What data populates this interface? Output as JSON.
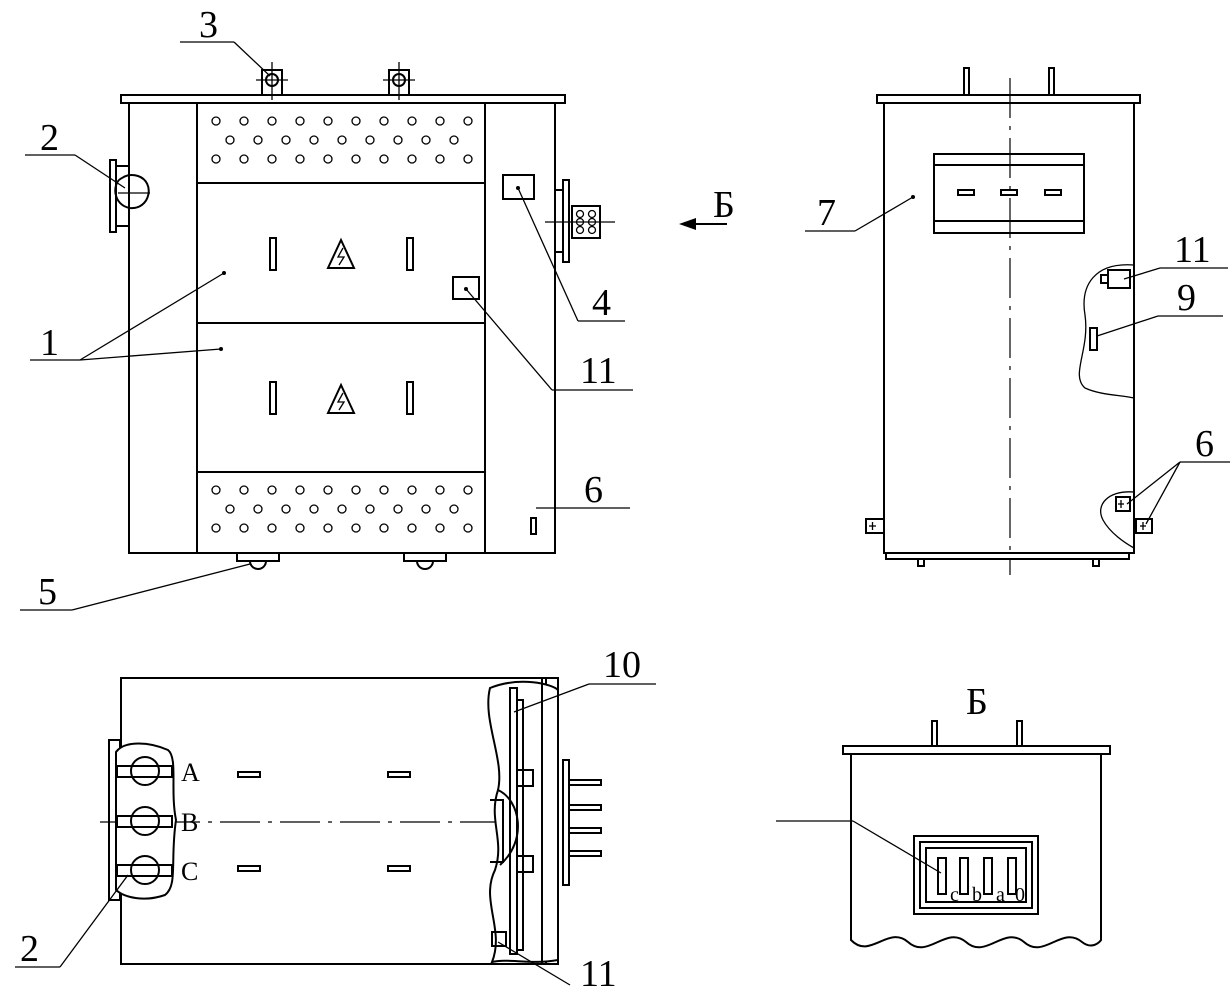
{
  "callouts": {
    "front": [
      "3",
      "2",
      "1",
      "4",
      "11",
      "6",
      "5"
    ],
    "side": [
      "7",
      "11",
      "9",
      "6"
    ],
    "top": [
      "10",
      "2",
      "11"
    ]
  },
  "view_label": "Б",
  "arrow_label": "Б",
  "phases": [
    "A",
    "B",
    "C"
  ],
  "terminals": [
    "c",
    "b",
    "a",
    "0"
  ]
}
